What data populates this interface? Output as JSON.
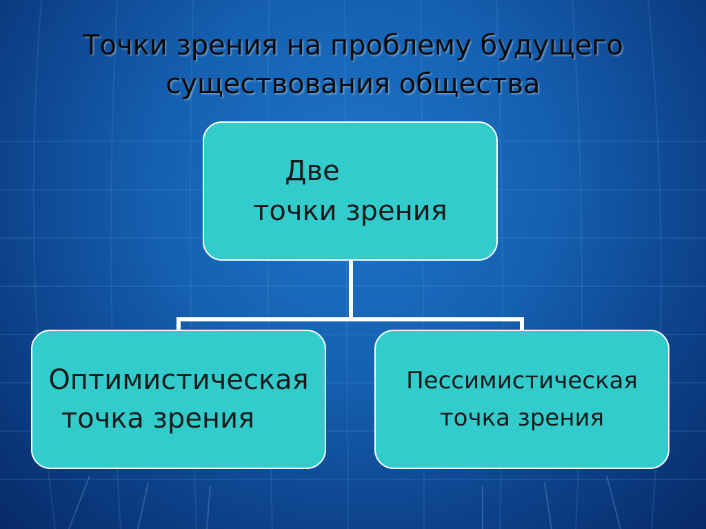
{
  "title": {
    "line1": "Точки зрения на проблему будущего",
    "line2": "существования общества"
  },
  "diagram": {
    "root": {
      "line1": "Две",
      "line2": "точки зрения"
    },
    "children": [
      {
        "line1": "Оптимистическая",
        "line2": "точка зрения"
      },
      {
        "line1": "Пессимистическая",
        "line2": "точка зрения"
      }
    ]
  },
  "colors": {
    "box_fill": "#33cccc",
    "box_border": "#ffffff",
    "connector": "#ffffff",
    "background": "#1560b0"
  }
}
